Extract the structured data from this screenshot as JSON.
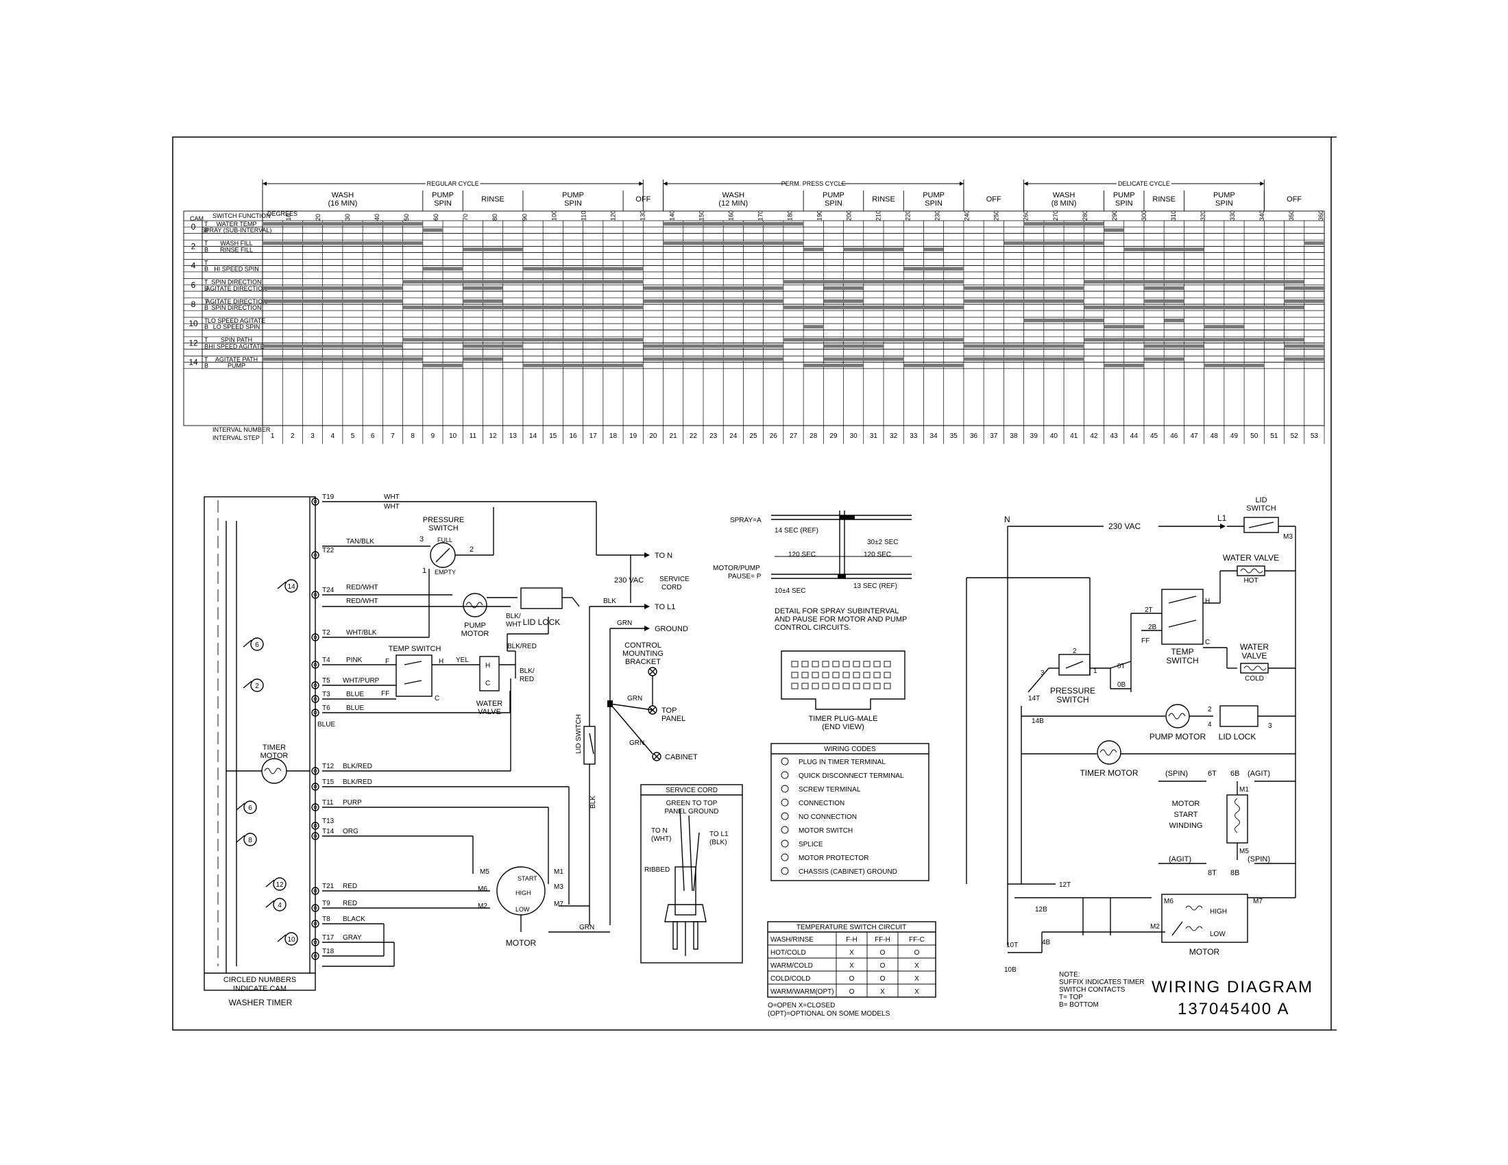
{
  "timer_chart": {
    "cycles": [
      {
        "name": "REGULAR CYCLE",
        "start_interval": 1,
        "end_interval": 19
      },
      {
        "name": "PERM. PRESS CYCLE",
        "start_interval": 21,
        "end_interval": 35
      },
      {
        "name": "DELICATE CYCLE",
        "start_interval": 39,
        "end_interval": 50
      }
    ],
    "phases": [
      {
        "label": [
          "WASH",
          "(16 MIN)"
        ],
        "start": 1,
        "end": 8
      },
      {
        "label": [
          "PUMP",
          "SPIN"
        ],
        "start": 9,
        "end": 10
      },
      {
        "label": [
          "RINSE"
        ],
        "start": 11,
        "end": 13
      },
      {
        "label": [
          "PUMP",
          "SPIN"
        ],
        "start": 14,
        "end": 18
      },
      {
        "label": [
          "OFF"
        ],
        "start": 19,
        "end": 20
      },
      {
        "label": [
          "WASH",
          "(12 MIN)"
        ],
        "start": 21,
        "end": 27
      },
      {
        "label": [
          "PUMP",
          "SPIN"
        ],
        "start": 28,
        "end": 30
      },
      {
        "label": [
          "RINSE"
        ],
        "start": 31,
        "end": 32
      },
      {
        "label": [
          "PUMP",
          "SPIN"
        ],
        "start": 33,
        "end": 35
      },
      {
        "label": [
          "OFF"
        ],
        "start": 36,
        "end": 38
      },
      {
        "label": [
          "WASH",
          "(8 MIN)"
        ],
        "start": 39,
        "end": 42
      },
      {
        "label": [
          "PUMP",
          "SPIN"
        ],
        "start": 43,
        "end": 44
      },
      {
        "label": [
          "RINSE"
        ],
        "start": 45,
        "end": 46
      },
      {
        "label": [
          "PUMP",
          "SPIN"
        ],
        "start": 47,
        "end": 50
      },
      {
        "label": [
          "OFF"
        ],
        "start": 51,
        "end": 53
      }
    ],
    "header": {
      "cam": "CAM",
      "switch_function": "SWITCH FUNCTION",
      "degrees": "DEGREES",
      "interval_number": "INTERVAL NUMBER",
      "interval_step": "INTERVAL STEP"
    },
    "degree_labels": [
      "10",
      "20",
      "30",
      "40",
      "50",
      "60",
      "70",
      "80",
      "90",
      "100",
      "110",
      "120",
      "130",
      "140",
      "150",
      "160",
      "170",
      "180",
      "190",
      "200",
      "210",
      "220",
      "230",
      "240",
      "250",
      "260",
      "270",
      "280",
      "290",
      "300",
      "310",
      "320",
      "330",
      "340",
      "350",
      "360"
    ],
    "intervals": [
      "1",
      "2",
      "3",
      "4",
      "5",
      "6",
      "7",
      "8",
      "9",
      "10",
      "11",
      "12",
      "13",
      "14",
      "15",
      "16",
      "17",
      "18",
      "19",
      "20",
      "21",
      "22",
      "23",
      "24",
      "25",
      "26",
      "27",
      "28",
      "29",
      "30",
      "31",
      "32",
      "33",
      "34",
      "35",
      "36",
      "37",
      "38",
      "39",
      "40",
      "41",
      "42",
      "43",
      "44",
      "45",
      "46",
      "47",
      "48",
      "49",
      "50",
      "51",
      "52",
      "53"
    ],
    "cams": [
      "0",
      "2",
      "4",
      "6",
      "8",
      "10",
      "12",
      "14"
    ],
    "rows": [
      {
        "cam": "0",
        "pos": "T",
        "label": "WATER TEMP",
        "on": [
          [
            1,
            8
          ],
          [
            21,
            27
          ],
          [
            39,
            42
          ]
        ]
      },
      {
        "cam": "0",
        "pos": "B",
        "label": "SPRAY (SUB-INTERVAL)",
        "on": [
          [
            9,
            9
          ],
          [
            43,
            43
          ]
        ]
      },
      {
        "cam": "2",
        "pos": "T",
        "label": "WASH FILL",
        "on": [
          [
            1,
            8
          ],
          [
            21,
            27
          ],
          [
            38,
            42
          ],
          [
            53,
            53
          ]
        ]
      },
      {
        "cam": "2",
        "pos": "B",
        "label": "RINSE FILL",
        "on": [
          [
            11,
            13
          ],
          [
            28,
            28
          ],
          [
            30,
            32
          ],
          [
            34,
            34
          ],
          [
            44,
            47
          ]
        ]
      },
      {
        "cam": "4",
        "pos": "T",
        "label": "",
        "on": []
      },
      {
        "cam": "4",
        "pos": "B",
        "label": "HI SPEED SPIN",
        "on": [
          [
            9,
            10
          ],
          [
            14,
            19
          ],
          [
            33,
            35
          ]
        ]
      },
      {
        "cam": "6",
        "pos": "T",
        "label": "SPIN DIRECTION",
        "on": [
          [
            8,
            19
          ],
          [
            27,
            35
          ],
          [
            42,
            52
          ]
        ]
      },
      {
        "cam": "6",
        "pos": "B",
        "label": "AGITATE DIRECTION",
        "on": [
          [
            1,
            7
          ],
          [
            11,
            12
          ],
          [
            20,
            26
          ],
          [
            29,
            30
          ],
          [
            36,
            41
          ],
          [
            45,
            46
          ],
          [
            52,
            53
          ]
        ]
      },
      {
        "cam": "8",
        "pos": "T",
        "label": "AGITATE DIRECTION",
        "on": [
          [
            1,
            7
          ],
          [
            11,
            12
          ],
          [
            20,
            26
          ],
          [
            29,
            30
          ],
          [
            36,
            41
          ],
          [
            45,
            46
          ],
          [
            52,
            53
          ]
        ]
      },
      {
        "cam": "8",
        "pos": "B",
        "label": "SPIN DIRECTION",
        "on": [
          [
            8,
            19
          ],
          [
            27,
            35
          ],
          [
            42,
            52
          ]
        ]
      },
      {
        "cam": "10",
        "pos": "T",
        "label": "LO SPEED AGITATE",
        "on": [
          [
            39,
            42
          ],
          [
            46,
            46
          ]
        ]
      },
      {
        "cam": "10",
        "pos": "B",
        "label": "LO SPEED SPIN",
        "on": [
          [
            28,
            28
          ],
          [
            43,
            44
          ],
          [
            48,
            49
          ]
        ]
      },
      {
        "cam": "12",
        "pos": "T",
        "label": "SPIN PATH",
        "on": [
          [
            8,
            19
          ],
          [
            27,
            35
          ],
          [
            42,
            52
          ]
        ]
      },
      {
        "cam": "12",
        "pos": "B",
        "label": "HI SPEED AGITATE",
        "on": [
          [
            1,
            7
          ],
          [
            11,
            13
          ],
          [
            20,
            26
          ],
          [
            29,
            31
          ],
          [
            36,
            41
          ],
          [
            45,
            47
          ],
          [
            52,
            53
          ]
        ]
      },
      {
        "cam": "14",
        "pos": "T",
        "label": "AGITATE PATH",
        "on": [
          [
            1,
            8
          ],
          [
            11,
            12
          ],
          [
            20,
            26
          ],
          [
            29,
            32
          ],
          [
            36,
            41
          ],
          [
            45,
            46
          ],
          [
            52,
            53
          ]
        ]
      },
      {
        "cam": "14",
        "pos": "B",
        "label": "PUMP",
        "on": [
          [
            9,
            10
          ],
          [
            14,
            19
          ],
          [
            28,
            30
          ],
          [
            33,
            35
          ],
          [
            43,
            44
          ],
          [
            48,
            50
          ]
        ]
      }
    ]
  },
  "schematic": {
    "terminals": [
      "T19",
      "T22",
      "T24",
      "T2",
      "T4",
      "T5",
      "T3",
      "T6",
      "T12",
      "T15",
      "T11",
      "T13",
      "T14",
      "T21",
      "T9",
      "T8",
      "T17",
      "T18"
    ],
    "wires": {
      "wht": "WHT",
      "tan_blk": "TAN/BLK",
      "red_wht": "RED/WHT",
      "wht_blk": "WHT/BLK",
      "pink": "PINK",
      "wht_purp": "WHT/PURP",
      "blue": "BLUE",
      "blk_red": "BLK/RED",
      "purp": "PURP",
      "org": "ORG",
      "red": "RED",
      "black": "BLACK",
      "gray": "GRAY",
      "yel": "YEL",
      "blk_red2": "BLK/ RED",
      "blk_wht": "BLK/ WHT",
      "grn": "GRN",
      "blk": "BLK"
    },
    "cam_circles": [
      "14",
      "6",
      "2",
      "6",
      "8",
      "12",
      "4",
      "10"
    ],
    "pressure_switch": {
      "title": "PRESSURE SWITCH",
      "full": "FULL",
      "empty": "EMPTY",
      "pins": [
        "3",
        "2",
        "1"
      ]
    },
    "pump_motor": "PUMP MOTOR",
    "lid_lock": "LID LOCK",
    "temp_switch": {
      "title": "TEMP SWITCH",
      "pins": [
        "F",
        "H",
        "FF",
        "C"
      ]
    },
    "water_valve": {
      "title": "WATER VALVE",
      "pins": [
        "H",
        "C"
      ]
    },
    "timer_motor": "TIMER MOTOR",
    "motor": {
      "title": "MOTOR",
      "pins": [
        "M5",
        "M6",
        "M2",
        "M1",
        "M3",
        "M7"
      ],
      "start": "START",
      "high": "HIGH",
      "low": "LOW"
    },
    "to_n": "TO N",
    "to_l1": "TO L1",
    "ground": "GROUND",
    "vac": "230 VAC",
    "service_cord_label": "SERVICE CORD",
    "control_bracket": "CONTROL MOUNTING BRACKET",
    "top_panel": "TOP PANEL",
    "cabinet": "CABINET",
    "lid_switch": "LID SWITCH",
    "circled_note": "CIRCLED NUMBERS INDICATE CAM",
    "washer_timer": "WASHER TIMER"
  },
  "spray_detail": {
    "spray": "SPRAY=A",
    "motor_pump": "MOTOR/PUMP PAUSE= P",
    "dims": [
      "14 SEC (REF)",
      "30±2 SEC",
      "120 SEC",
      "120 SEC",
      "10±4 SEC",
      "13 SEC (REF)"
    ],
    "caption": [
      "DETAIL FOR SPRAY SUBINTERVAL",
      "AND PAUSE FOR MOTOR AND PUMP",
      "CONTROL CIRCUITS."
    ],
    "timer_plug": [
      "TIMER PLUG-MALE",
      "(END VIEW)"
    ]
  },
  "wiring_codes": {
    "title": "WIRING CODES",
    "items": [
      "PLUG IN TIMER TERMINAL",
      "QUICK DISCONNECT TERMINAL",
      "SCREW TERMINAL",
      "CONNECTION",
      "NO CONNECTION",
      "MOTOR SWITCH",
      "SPLICE",
      "MOTOR PROTECTOR",
      "CHASSIS (CABINET) GROUND"
    ]
  },
  "service_cord": {
    "title": "SERVICE CORD",
    "note": [
      "GREEN TO TOP",
      "PANEL GROUND"
    ],
    "to_n": [
      "TO N",
      "(WHT)"
    ],
    "to_l1": [
      "TO L1",
      "(BLK)"
    ],
    "ribbed": "RIBBED"
  },
  "temp_switch_table": {
    "title": "TEMPERATURE SWITCH CIRCUIT",
    "columns": [
      "WASH/RINSE",
      "F-H",
      "FF-H",
      "FF-C"
    ],
    "rows": [
      [
        "HOT/COLD",
        "X",
        "O",
        "O"
      ],
      [
        "WARM/COLD",
        "X",
        "O",
        "X"
      ],
      [
        "COLD/COLD",
        "O",
        "O",
        "X"
      ],
      [
        "WARM/WARM(OPT)",
        "O",
        "X",
        "X"
      ]
    ],
    "legend": [
      "O=OPEN          X=CLOSED",
      "(OPT)=OPTIONAL ON SOME MODELS"
    ]
  },
  "ladder": {
    "n": "N",
    "l1": "L1",
    "vac": "230 VAC",
    "lid_switch": "LID SWITCH",
    "m3": "M3",
    "water_valve_hot": [
      "WATER VALVE",
      "HOT"
    ],
    "water_valve_cold": [
      "WATER",
      "VALVE",
      "COLD"
    ],
    "temp_switch": [
      "TEMP",
      "SWITCH"
    ],
    "pressure_switch": [
      "PRESSURE",
      "SWITCH"
    ],
    "pump_motor": "PUMP MOTOR",
    "lid_lock": "LID LOCK",
    "timer_motor": "TIMER MOTOR",
    "motor_start": [
      "MOTOR",
      "START",
      "WINDING"
    ],
    "motor": "MOTOR",
    "contacts": [
      "2T",
      "2B",
      "0T",
      "0B",
      "14T",
      "14B",
      "6T",
      "6B",
      "8T",
      "8B",
      "12T",
      "12B",
      "10T",
      "10B",
      "4B"
    ],
    "spin": "(SPIN)",
    "agit": "(AGIT)",
    "note": [
      "NOTE:",
      "SUFFIX INDICATES TIMER",
      "SWITCH CONTACTS",
      "T= TOP",
      "B= BOTTOM"
    ]
  },
  "title_block": {
    "title": "WIRING DIAGRAM",
    "number": "137045400  A"
  }
}
